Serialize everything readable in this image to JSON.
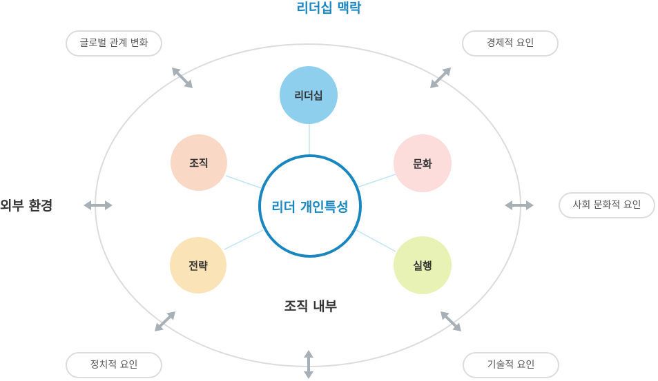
{
  "title": "리더십 맥락",
  "outer_label": "외부 환경",
  "inner_label": "조직 내부",
  "center": {
    "label": "리더 개인특성",
    "color": "#1a86c0"
  },
  "nodes": [
    {
      "key": "leadership",
      "label": "리더십",
      "color": "#8ecfee"
    },
    {
      "key": "organization",
      "label": "조직",
      "color": "#fad8c6"
    },
    {
      "key": "culture",
      "label": "문화",
      "color": "#fddcdc"
    },
    {
      "key": "strategy",
      "label": "전략",
      "color": "#fae3b7"
    },
    {
      "key": "execution",
      "label": "실행",
      "color": "#e8f2b5"
    }
  ],
  "external_factors": [
    {
      "key": "global",
      "label": "글로벌 관계 변화"
    },
    {
      "key": "economic",
      "label": "경제적 요인"
    },
    {
      "key": "sociocultural",
      "label": "사회 문화적 요인"
    },
    {
      "key": "political",
      "label": "정치적 요인"
    },
    {
      "key": "technological",
      "label": "기술적 요인"
    }
  ],
  "colors": {
    "arrow": "#a7b0b6",
    "ring": "#dcdcdc",
    "connector": "#bfe4f5"
  }
}
